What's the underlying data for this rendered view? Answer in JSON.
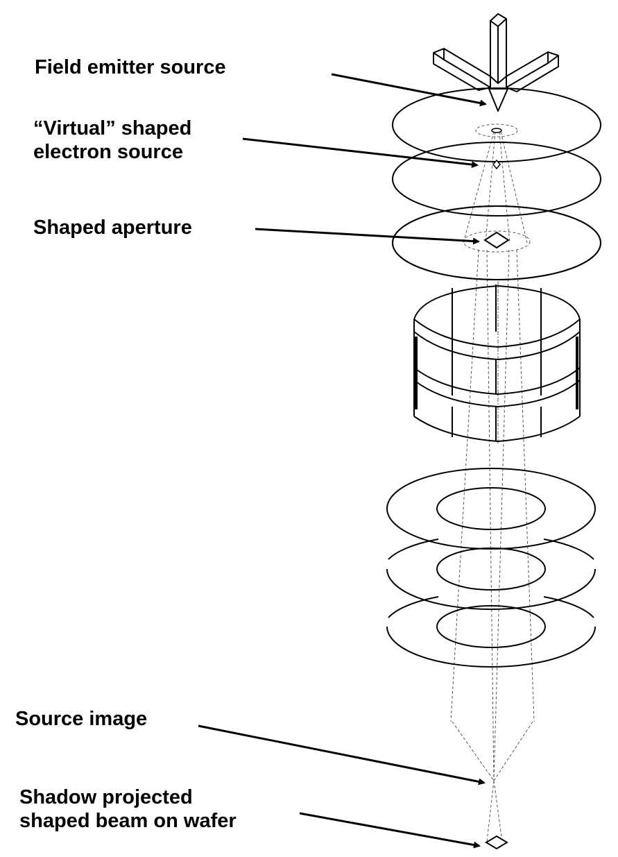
{
  "labels": {
    "field_emitter": "Field emitter source",
    "virtual_source_line1": "“Virtual” shaped",
    "virtual_source_line2": "electron source",
    "shaped_aperture": "Shaped aperture",
    "source_image": "Source image",
    "shadow_line1": "Shadow projected",
    "shadow_line2": "shaped beam on wafer"
  },
  "colors": {
    "ink": "#000000",
    "beam": "#555555",
    "background": "#ffffff"
  }
}
